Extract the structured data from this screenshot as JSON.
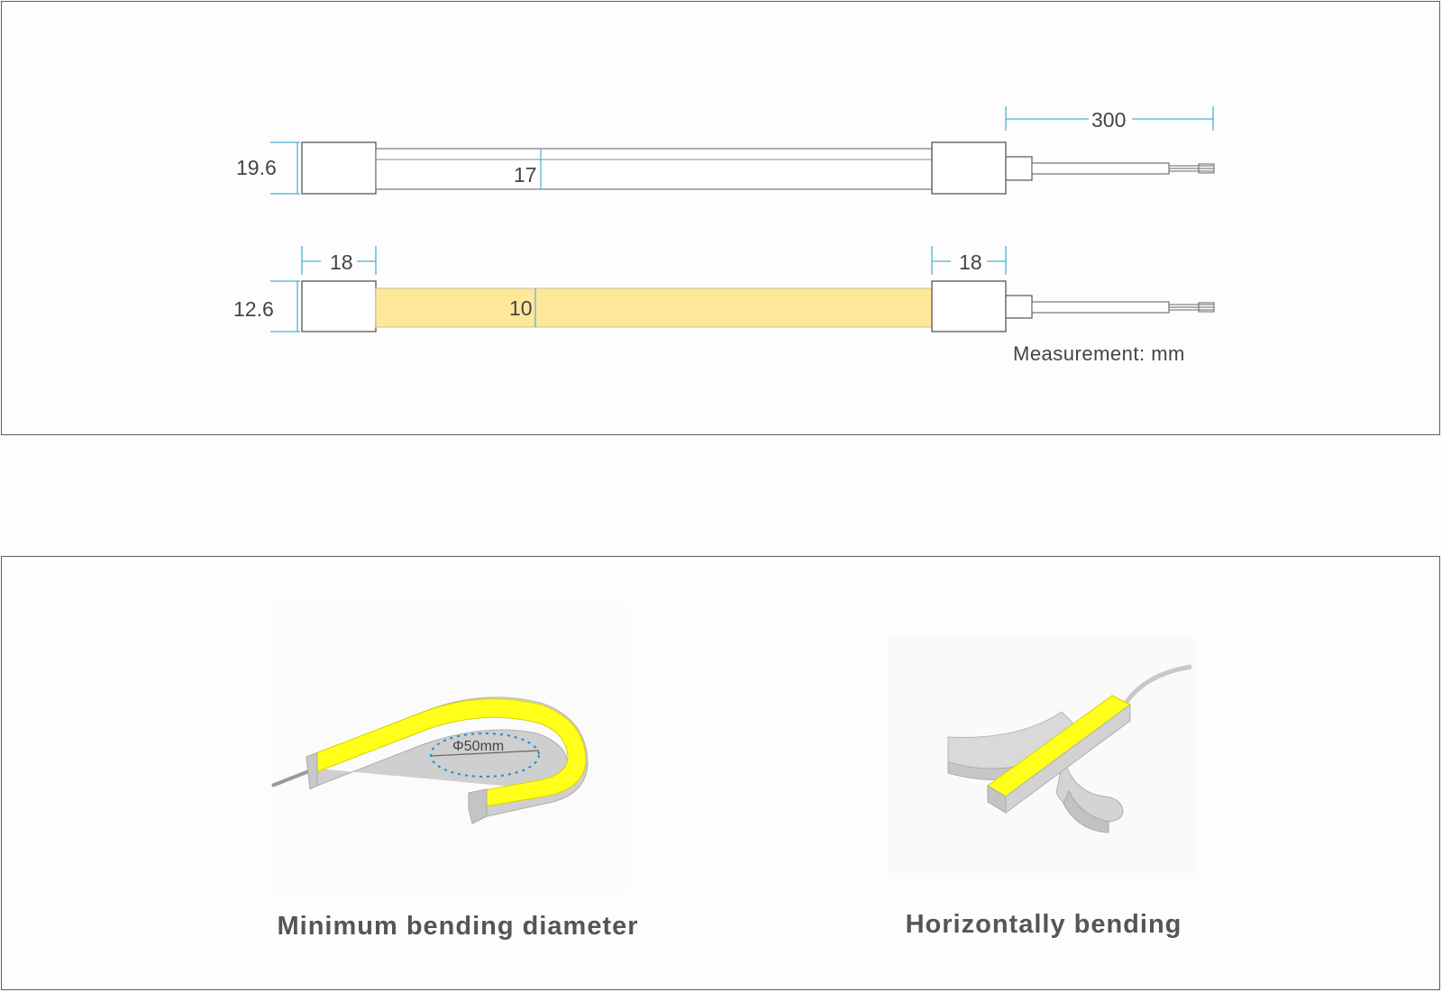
{
  "drawing": {
    "top_view": {
      "height_dim": "19.6",
      "inner_dim": "17",
      "cable_dim": "300"
    },
    "side_view": {
      "left_cap_dim": "18",
      "right_cap_dim": "18",
      "height_dim": "12.6",
      "inner_dim": "10"
    },
    "unit_note": "Measurement: mm"
  },
  "bending": {
    "min_diameter_label": "Φ50mm",
    "min_diameter_caption": "Minimum bending diameter",
    "horizontal_caption": "Horizontally bending"
  },
  "colors": {
    "panel_border": "#585f66",
    "dimension_line": "#49b3d9",
    "outline": "#555555",
    "light_body": "#ffe79a",
    "led_yellow": "#ffff1a",
    "profile_gray": "#d6d6d6"
  }
}
